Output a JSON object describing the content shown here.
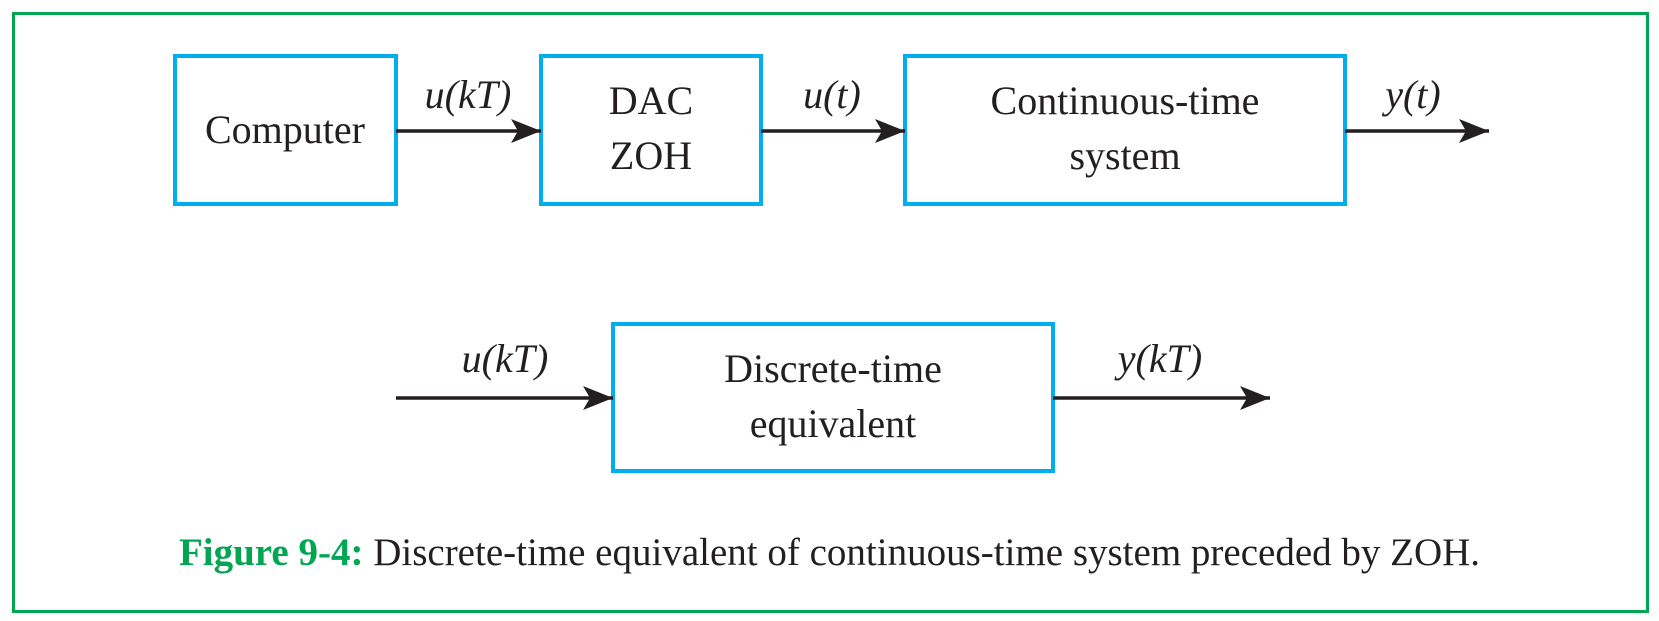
{
  "colors": {
    "frame": "#00a651",
    "block_border": "#00aeef",
    "line": "#231f20",
    "caption_label": "#00a651"
  },
  "diagram_top": {
    "blocks": [
      {
        "lines": [
          "Computer"
        ]
      },
      {
        "lines": [
          "DAC",
          "ZOH"
        ]
      },
      {
        "lines": [
          "Continuous-time",
          "system"
        ]
      }
    ],
    "signals": [
      "u(kT)",
      "u(t)",
      "y(t)"
    ]
  },
  "diagram_bottom": {
    "blocks": [
      {
        "lines": [
          "Discrete-time",
          "equivalent"
        ]
      }
    ],
    "signals": [
      "u(kT)",
      "y(kT)"
    ]
  },
  "caption": {
    "label": "Figure 9-4:",
    "text": "Discrete-time equivalent of continuous-time system preceded by ZOH."
  }
}
